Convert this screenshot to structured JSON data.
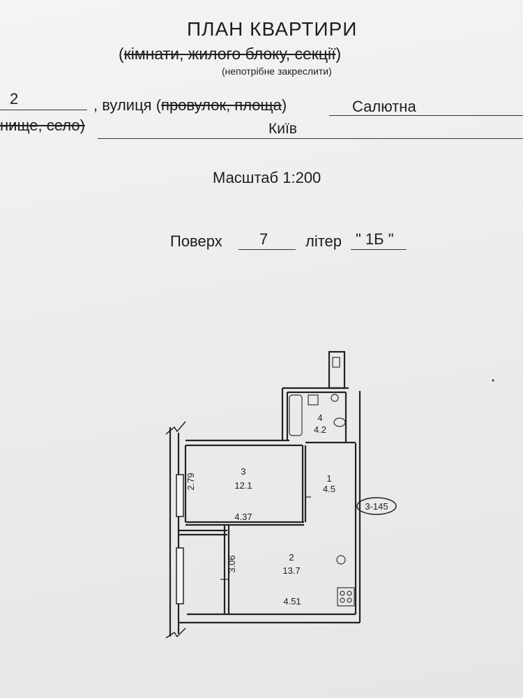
{
  "header": {
    "title": "ПЛАН КВАРТИРИ",
    "subtitle_open": "(",
    "subtitle_struck": "кімнати, жилого блоку, секції",
    "subtitle_close": ")",
    "note": "(непотрібне закреслити)"
  },
  "address": {
    "house_number": "2",
    "street_label_prefix": ", вулиця (",
    "street_label_struck": "провулок, площа",
    "street_label_suffix": ")",
    "street_name": "Салютна",
    "settlement_struck": "нище, село)",
    "city": "Київ"
  },
  "scale": "Масштаб 1:200",
  "floor": {
    "floor_label": "Поверх",
    "floor_value": "7",
    "letter_label": "літер",
    "letter_value": "\"  1Б  \""
  },
  "plan": {
    "rooms": [
      {
        "number": "4",
        "area": "4.2"
      },
      {
        "number": "3",
        "area": "12.1"
      },
      {
        "number": "1",
        "area": "4.5"
      },
      {
        "number": "2",
        "area": "13.7"
      }
    ],
    "dimensions": {
      "room3_height": "2.79",
      "room3_width": "4.37",
      "room2_height": "3.06",
      "room2_width": "4.51"
    },
    "tag": "3-145"
  }
}
